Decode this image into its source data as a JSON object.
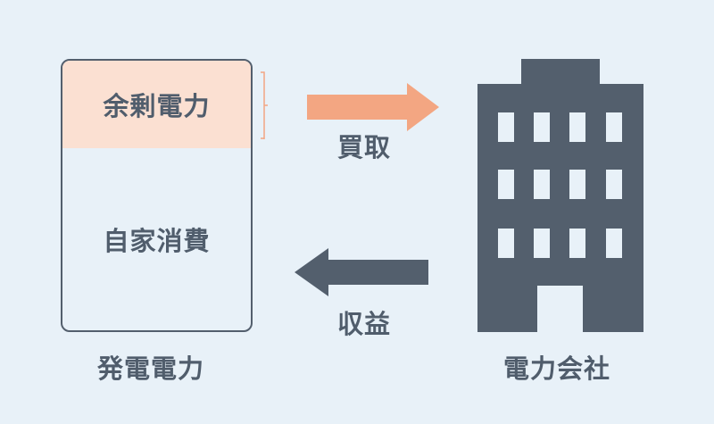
{
  "panel": {
    "surplus_label": "余剰電力",
    "self_use_label": "自家消費",
    "caption": "発電電力"
  },
  "arrows": {
    "sell_label": "買取",
    "income_label": "収益"
  },
  "company": {
    "caption": "電力会社"
  },
  "colors": {
    "background": "#e8f1f8",
    "surplus_fill": "#fbe0d2",
    "sell_arrow": "#f3a682",
    "dark": "#535f6d"
  }
}
